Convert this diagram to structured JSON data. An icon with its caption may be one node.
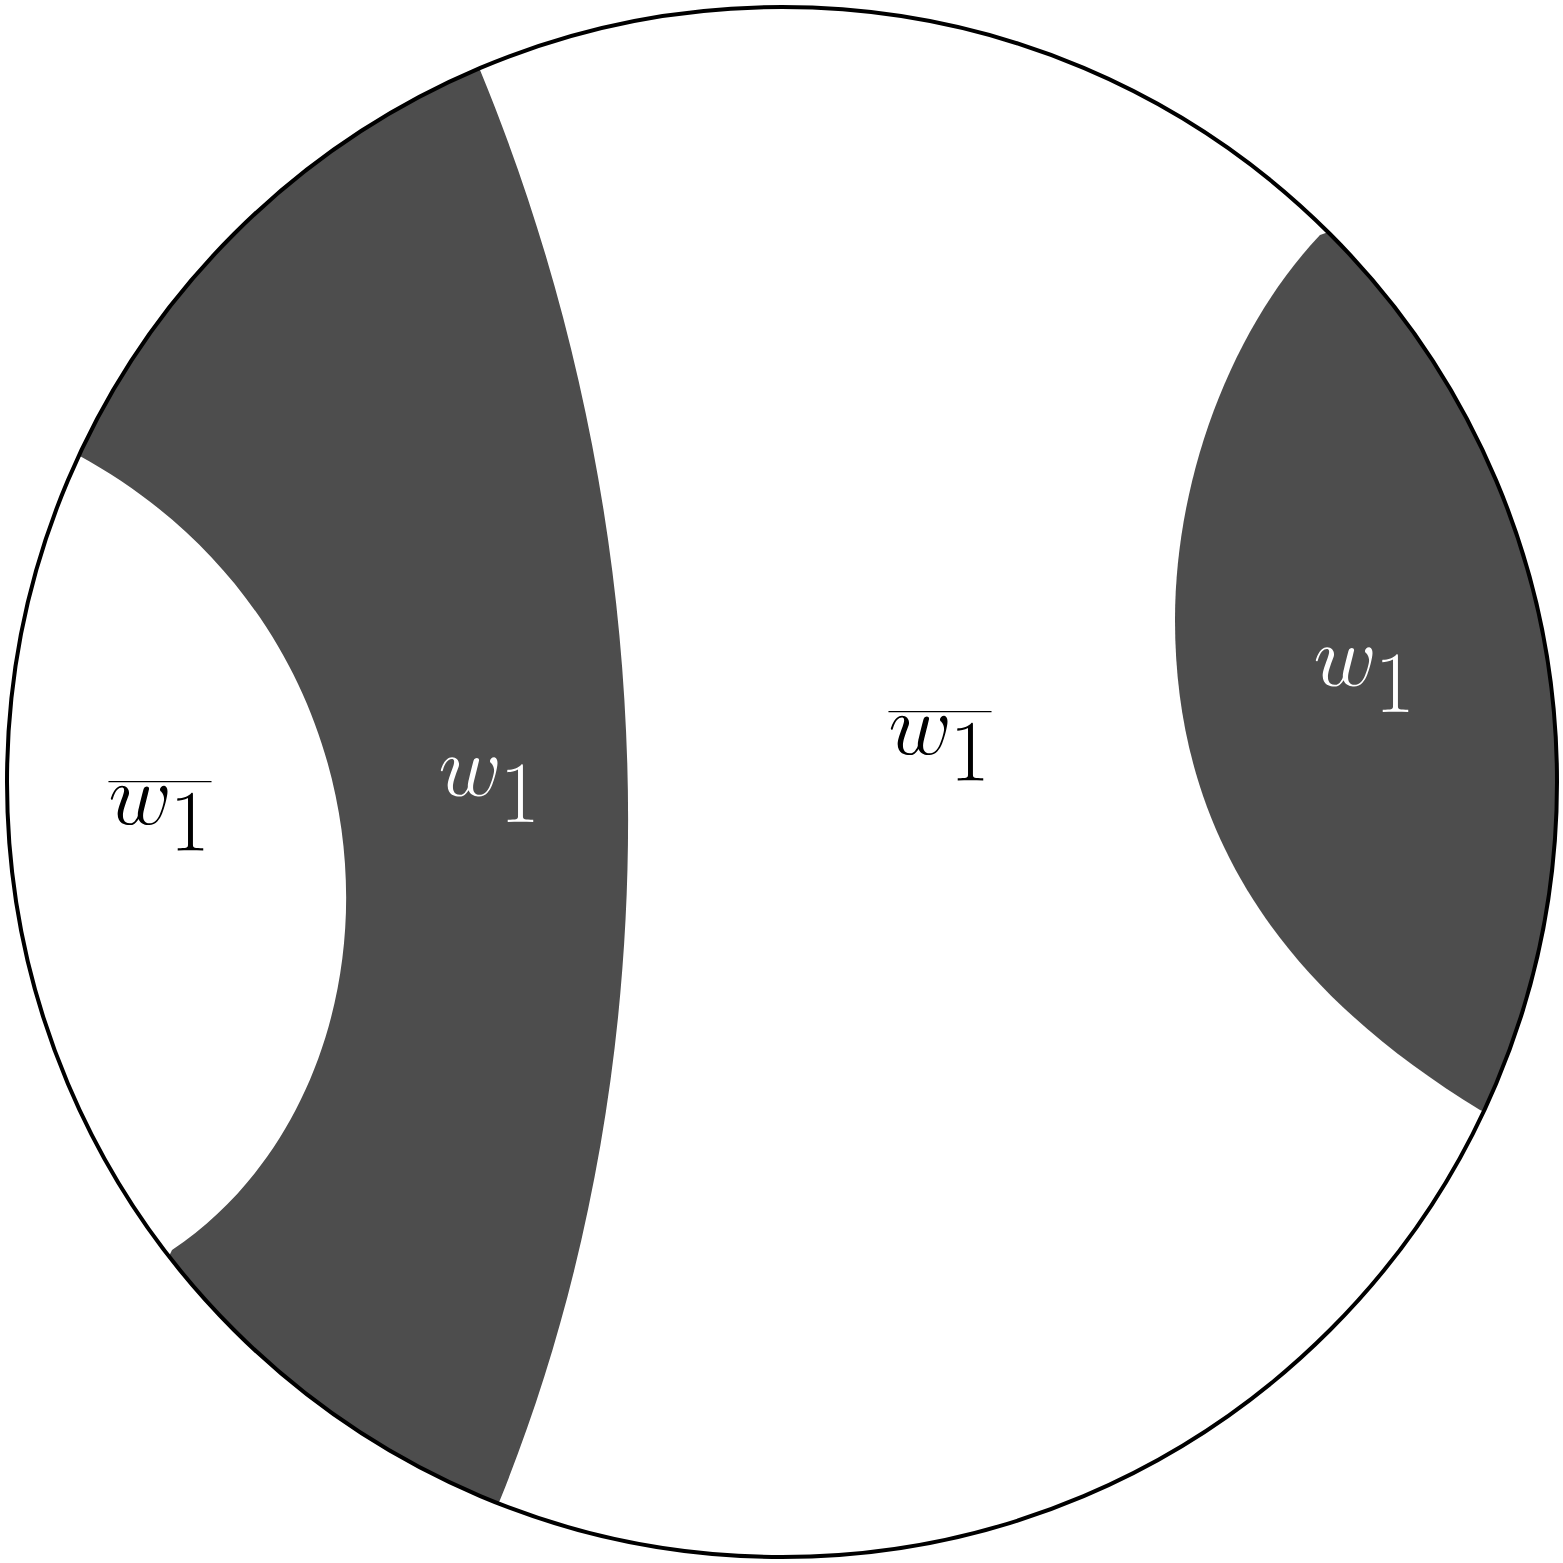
{
  "diagram": {
    "labels": [
      "\\overline{w_{1}}",
      "w_{1}",
      "\\overline{w_{1}}",
      "w_{1}"
    ]
  }
}
